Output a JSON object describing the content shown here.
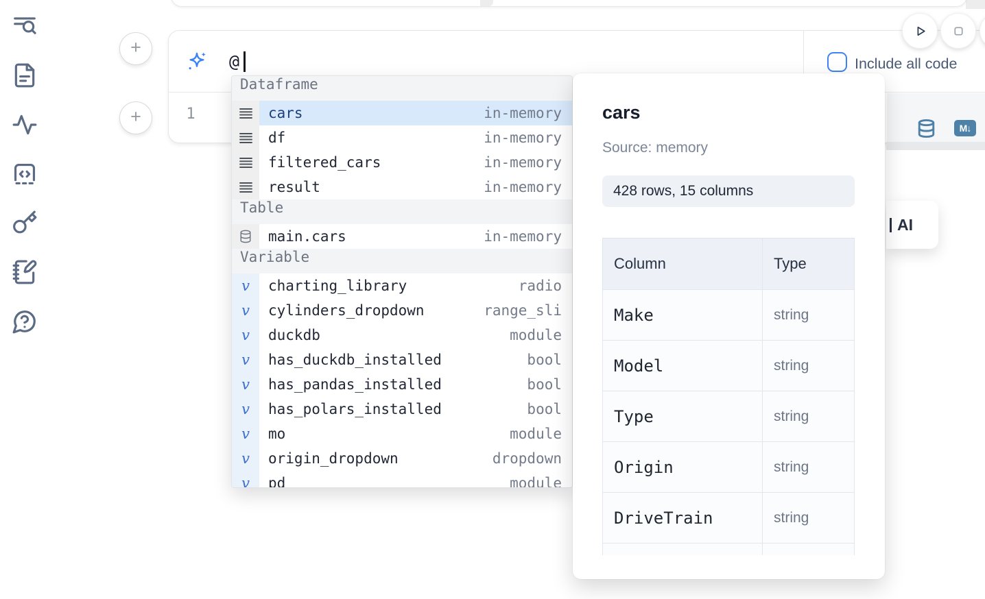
{
  "sidebar": {
    "icons": [
      "list-search-icon",
      "file-text-icon",
      "activity-icon",
      "code-square-icon",
      "key-icon",
      "notebook-pen-icon",
      "help-circle-icon"
    ]
  },
  "toolbar": {
    "run_icon": "play",
    "stop_icon": "stop"
  },
  "prompt": {
    "value": "@",
    "include_all_code_label": "Include all code",
    "add_cell_label": "+",
    "sparkle_icon": "sparkles-icon"
  },
  "cell": {
    "line_number": "1",
    "database_icon": "database-icon",
    "markdown_icon_label": "M↓"
  },
  "completion": {
    "sections": [
      {
        "label": "Dataframe",
        "kind": "dataframe",
        "items": [
          {
            "name": "cars",
            "type": "in-memory",
            "selected": true
          },
          {
            "name": "df",
            "type": "in-memory"
          },
          {
            "name": "filtered_cars",
            "type": "in-memory"
          },
          {
            "name": "result",
            "type": "in-memory"
          }
        ]
      },
      {
        "label": "Table",
        "kind": "table",
        "items": [
          {
            "name": "main.cars",
            "type": "in-memory"
          }
        ]
      },
      {
        "label": "Variable",
        "kind": "variable",
        "items": [
          {
            "name": "charting_library",
            "type": "radio"
          },
          {
            "name": "cylinders_dropdown",
            "type": "range_sli"
          },
          {
            "name": "duckdb",
            "type": "module"
          },
          {
            "name": "has_duckdb_installed",
            "type": "bool"
          },
          {
            "name": "has_pandas_installed",
            "type": "bool"
          },
          {
            "name": "has_polars_installed",
            "type": "bool"
          },
          {
            "name": "mo",
            "type": "module"
          },
          {
            "name": "origin_dropdown",
            "type": "dropdown"
          },
          {
            "name": "pd",
            "type": "module"
          }
        ]
      }
    ]
  },
  "preview": {
    "title": "cars",
    "source": "Source: memory",
    "shape": "428 rows, 15 columns",
    "table": {
      "headers": [
        "Column",
        "Type"
      ],
      "rows": [
        [
          "Make",
          "string"
        ],
        [
          "Model",
          "string"
        ],
        [
          "Type",
          "string"
        ],
        [
          "Origin",
          "string"
        ],
        [
          "DriveTrain",
          "string"
        ]
      ]
    }
  },
  "ai_overlay_button": {
    "label": "AI"
  },
  "colors": {
    "accent_blue": "#3c83f6",
    "selection_blue": "#d7e9fb",
    "steel_blue": "#4e81a8",
    "sidebar_slate": "#5b6b84"
  }
}
